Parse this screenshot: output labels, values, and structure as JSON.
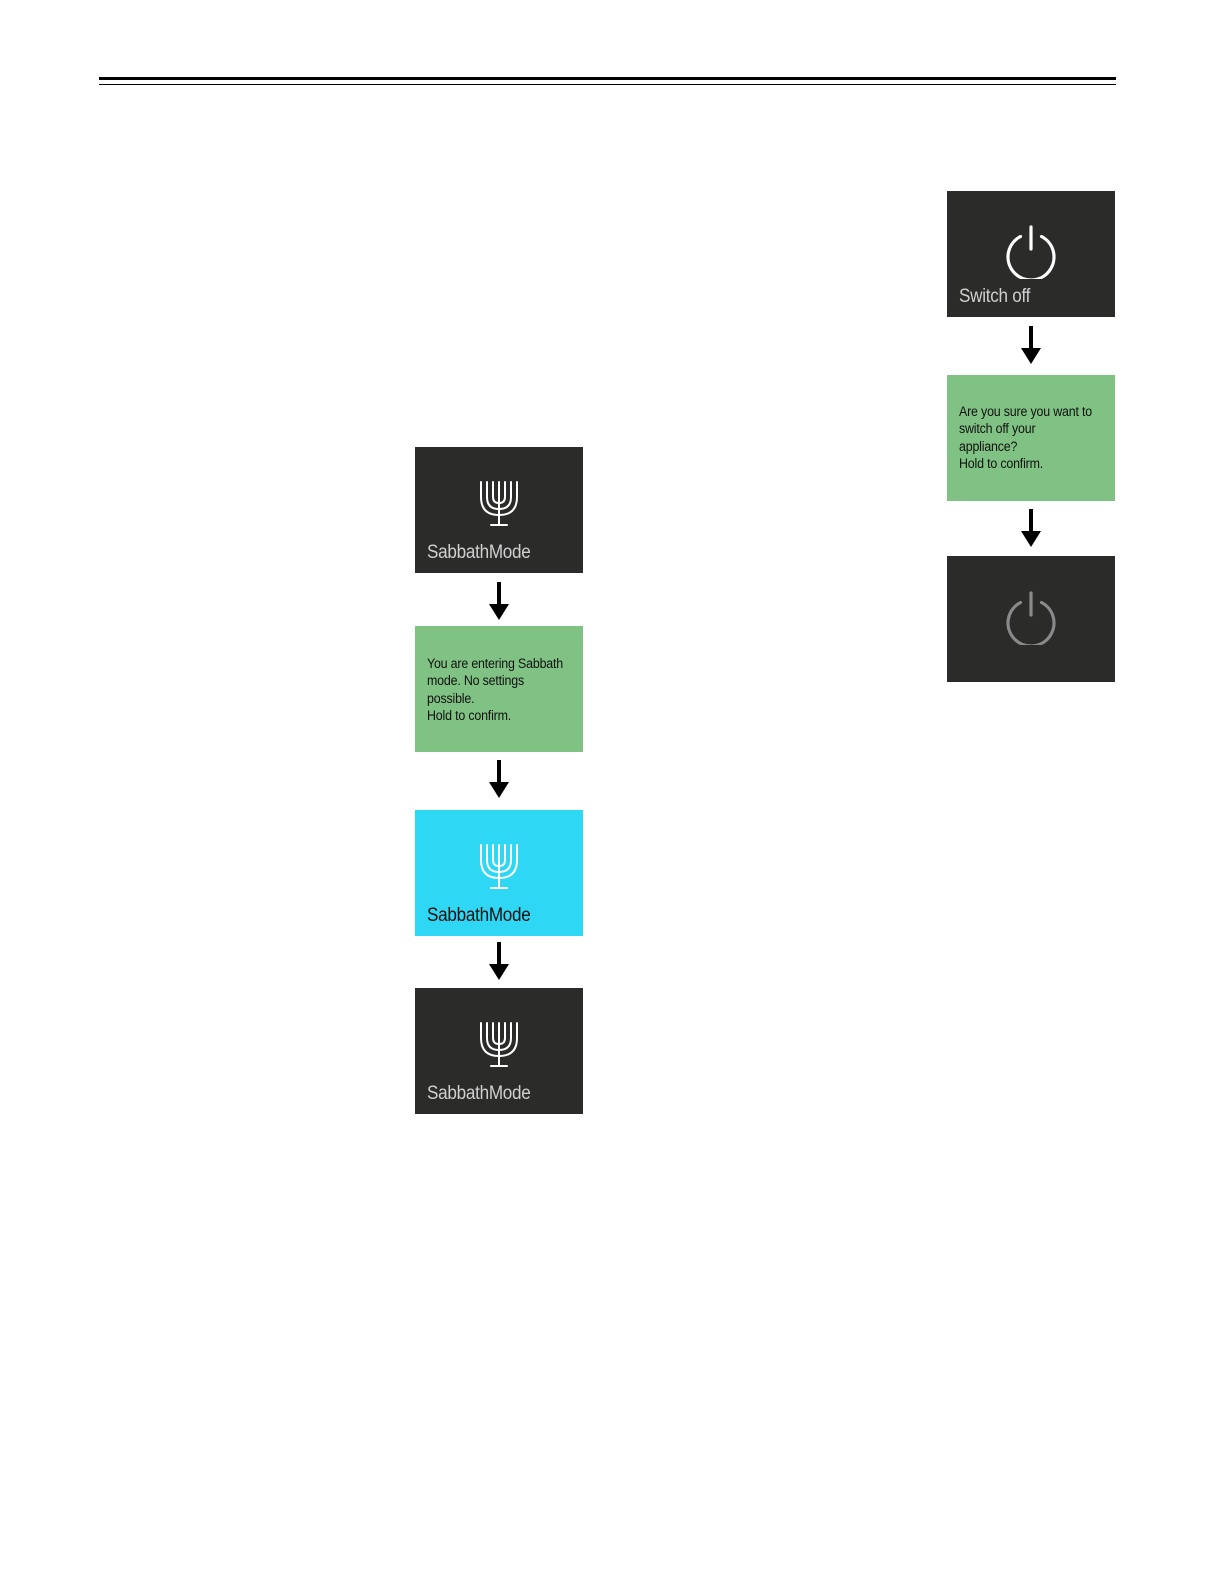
{
  "sabbath_flow": {
    "step1_label": "SabbathMode",
    "step2_message": "You are entering Sabbath\nmode. No settings\npossible.\nHold to confirm.",
    "step3_label": "SabbathMode",
    "step4_label": "SabbathMode"
  },
  "switch_off_flow": {
    "step1_label": "Switch off",
    "step2_message": "Are you sure you want to\nswitch off your\nappliance?\nHold to confirm."
  },
  "colors": {
    "screen_dark": "#2b2b2a",
    "confirm_green": "#80c283",
    "active_cyan": "#2ed7f4",
    "icon_white": "#ffffff",
    "icon_dimmed": "#8a8a8a"
  },
  "icons": {
    "sabbath": "menorah-icon",
    "power": "power-icon",
    "flow": "arrow-down-icon"
  }
}
